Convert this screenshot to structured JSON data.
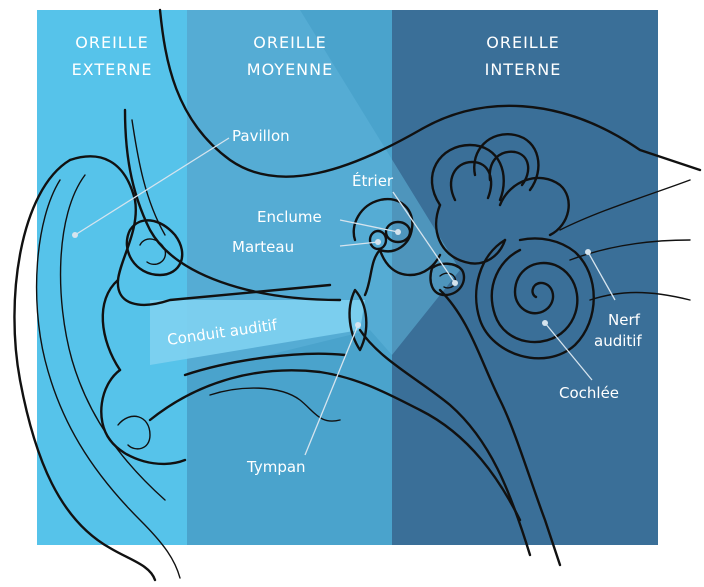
{
  "regions": {
    "outer": {
      "line1": "OREILLE",
      "line2": "EXTERNE"
    },
    "middle": {
      "line1": "OREILLE",
      "line2": "MOYENNE"
    },
    "inner": {
      "line1": "OREILLE",
      "line2": "INTERNE"
    }
  },
  "labels": {
    "pavillon": "Pavillon",
    "etrier": "Étrier",
    "enclume": "Enclume",
    "marteau": "Marteau",
    "conduit": "Conduit auditif",
    "tympan": "Tympan",
    "nerf_line1": "Nerf",
    "nerf_line2": "auditif",
    "cochlee": "Cochlée"
  },
  "colors": {
    "outer": "#56c3ea",
    "middle": "#4aa3cc",
    "inner": "#3a6f98",
    "canal": "#7fd2f1"
  }
}
